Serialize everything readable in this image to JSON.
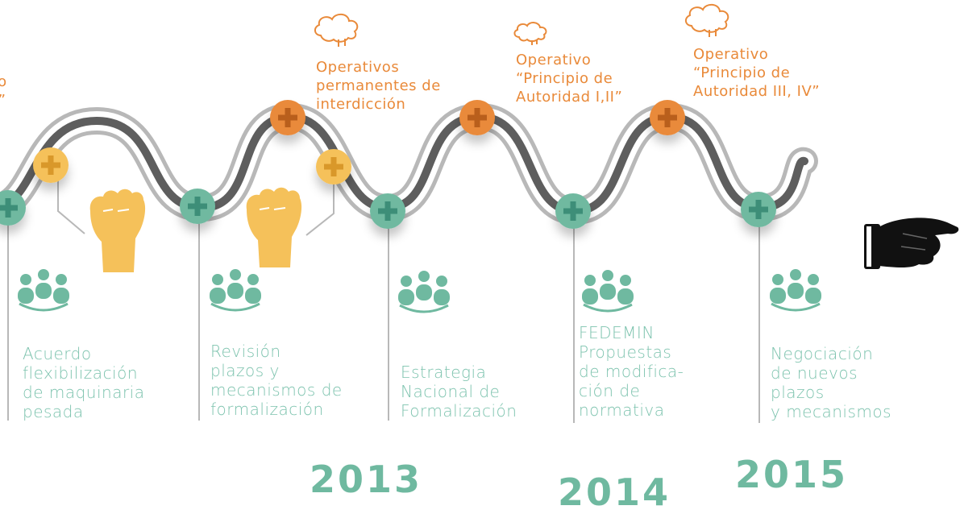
{
  "operations": [
    {
      "lines": [
        "vo",
        "II”"
      ]
    },
    {
      "lines": [
        "Operativos",
        "permanentes de",
        "interdicción"
      ]
    },
    {
      "lines": [
        "Operativo",
        "“Principio de",
        "Autoridad I,II”"
      ]
    },
    {
      "lines": [
        "Operativo",
        "“Principio de",
        "Autoridad III, IV”"
      ]
    }
  ],
  "milestones": [
    {
      "lines": [
        "Acuerdo",
        "flexibilización",
        "de maquinaria",
        "pesada"
      ]
    },
    {
      "lines": [
        "Revisión",
        "plazos y",
        "mecanismos de",
        "formalización"
      ]
    },
    {
      "lines": [
        "Estrategia",
        "Nacional de",
        "Formalización"
      ]
    },
    {
      "lines": [
        "FEDEMIN",
        "Propuestas",
        "de modifica-",
        "ción de",
        "normativa"
      ]
    },
    {
      "lines": [
        "Negociación",
        "de nuevos",
        "plazos",
        "y mecanismos"
      ]
    }
  ],
  "years": [
    "2013",
    "2014",
    "2015"
  ],
  "colors": {
    "orange": "#E98A3A",
    "green": "#6FB9A0",
    "yellow": "#F5C15A",
    "track_outer": "#b5b5b5",
    "track_inner": "#5a5a5a"
  },
  "icons": {
    "cloud": "cloud-icon",
    "fist": "raised-fist-icon",
    "group": "people-group-icon",
    "hand": "pointing-hand-icon",
    "plus": "plus-icon"
  }
}
